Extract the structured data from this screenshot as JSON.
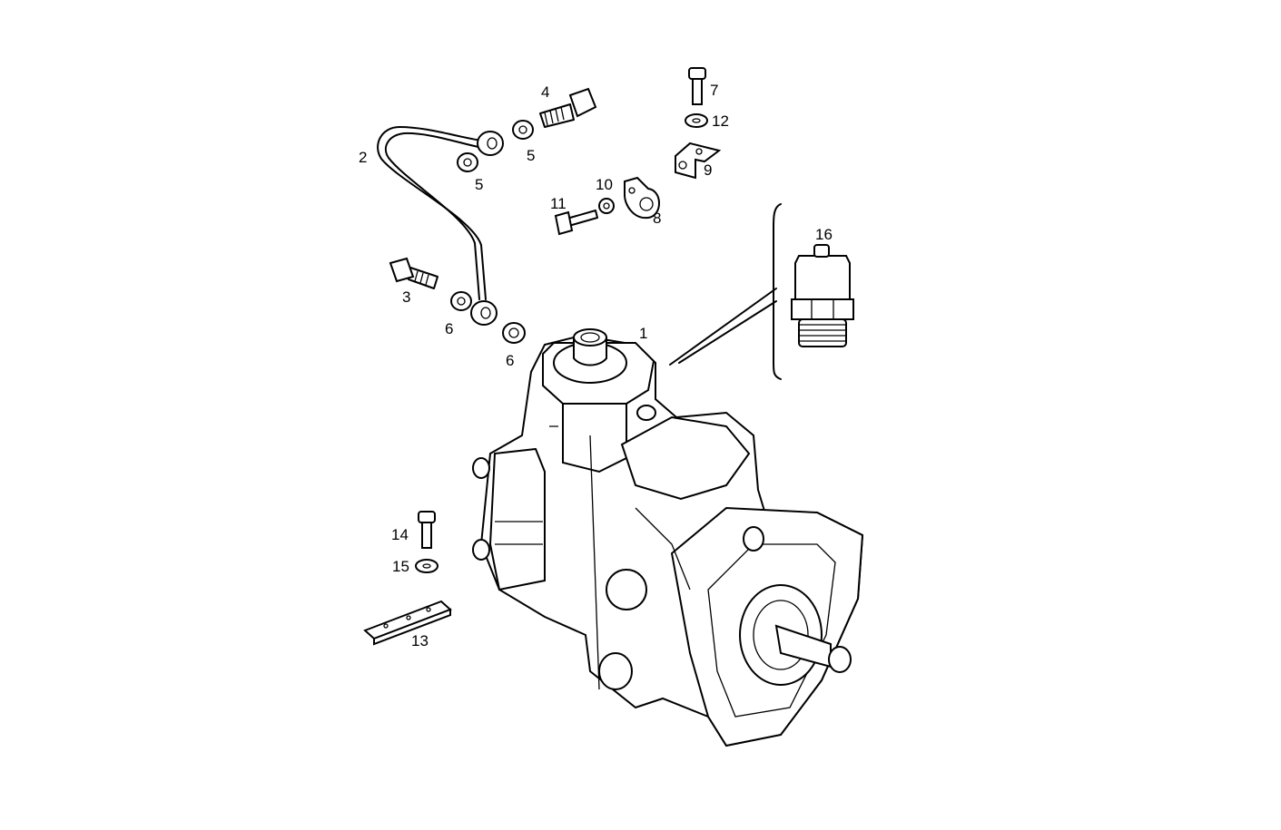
{
  "diagram": {
    "type": "exploded-parts-drawing",
    "subject": "injection-pump",
    "callouts": [
      {
        "id": "c1",
        "label": "1"
      },
      {
        "id": "c2",
        "label": "2"
      },
      {
        "id": "c3",
        "label": "3"
      },
      {
        "id": "c4",
        "label": "4"
      },
      {
        "id": "c5a",
        "label": "5"
      },
      {
        "id": "c5b",
        "label": "5"
      },
      {
        "id": "c6a",
        "label": "6"
      },
      {
        "id": "c6b",
        "label": "6"
      },
      {
        "id": "c7",
        "label": "7"
      },
      {
        "id": "c8",
        "label": "8"
      },
      {
        "id": "c9",
        "label": "9"
      },
      {
        "id": "c10",
        "label": "10"
      },
      {
        "id": "c11",
        "label": "11"
      },
      {
        "id": "c12",
        "label": "12"
      },
      {
        "id": "c13",
        "label": "13"
      },
      {
        "id": "c14",
        "label": "14"
      },
      {
        "id": "c15",
        "label": "15"
      },
      {
        "id": "c16",
        "label": "16"
      }
    ]
  }
}
